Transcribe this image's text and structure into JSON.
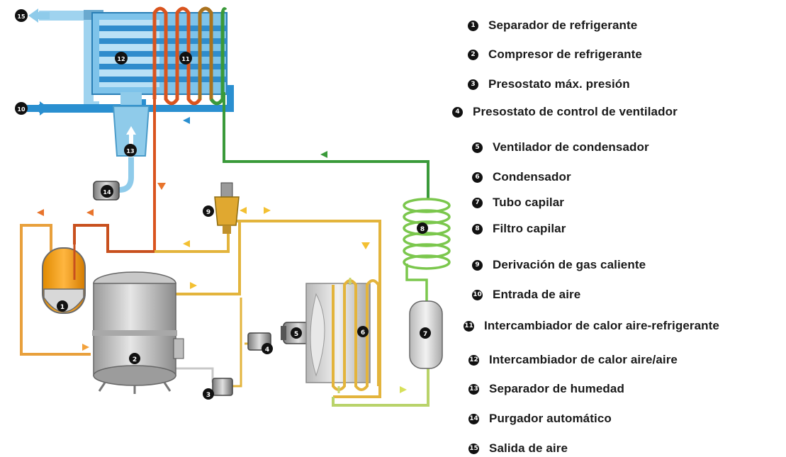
{
  "legend": [
    {
      "num": "1",
      "label": "Separador de refrigerante"
    },
    {
      "num": "2",
      "label": "Compresor de refrigerante"
    },
    {
      "num": "3",
      "label": "Presostato máx. presión"
    },
    {
      "num": "4",
      "label": "Presostato de control de ventilador"
    },
    {
      "num": "5",
      "label": "Ventilador de condensador"
    },
    {
      "num": "6",
      "label": "Condensador"
    },
    {
      "num": "7",
      "label": "Tubo capilar"
    },
    {
      "num": "8",
      "label": "Filtro capilar"
    },
    {
      "num": "9",
      "label": "Derivación de gas caliente"
    },
    {
      "num": "10",
      "label": "Entrada de aire"
    },
    {
      "num": "11",
      "label": "Intercambiador de calor aire-refrigerante"
    },
    {
      "num": "12",
      "label": "Intercambiador de calor aire/aire"
    },
    {
      "num": "13",
      "label": "Separador de humedad"
    },
    {
      "num": "14",
      "label": "Purgador automático"
    },
    {
      "num": "15",
      "label": "Salida de aire"
    }
  ],
  "callouts": {
    "c1": "1",
    "c2": "2",
    "c3": "3",
    "c4": "4",
    "c5": "5",
    "c6": "6",
    "c7": "7",
    "c8": "8",
    "c9": "9",
    "c10": "10",
    "c11": "11",
    "c12": "12",
    "c13": "13",
    "c14": "14",
    "c15": "15"
  },
  "colors": {
    "air_in": "#2a8fd0",
    "air_out": "#8fcbea",
    "hot_gas": "#d9541e",
    "liquid": "#e3b43c",
    "suction": "#3a9a3a",
    "callout_bg": "#111111"
  }
}
